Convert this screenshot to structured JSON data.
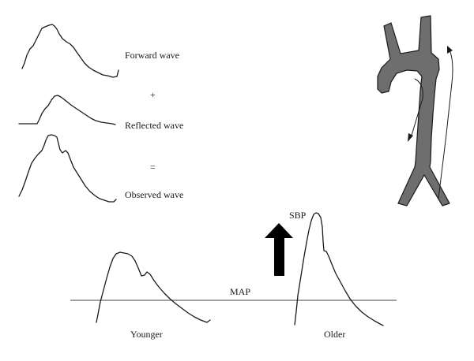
{
  "labels": {
    "forward_wave": "Forward wave",
    "plus": "+",
    "reflected_wave": "Reflected wave",
    "equals": "=",
    "observed_wave": "Observed wave",
    "sbp": "SBP",
    "map": "MAP",
    "younger": "Younger",
    "older": "Older"
  },
  "colors": {
    "ink": "#1a1a1a",
    "aorta_fill": "#6e6e6e",
    "map_line": "#6b6b6b",
    "arrow": "#000000"
  }
}
